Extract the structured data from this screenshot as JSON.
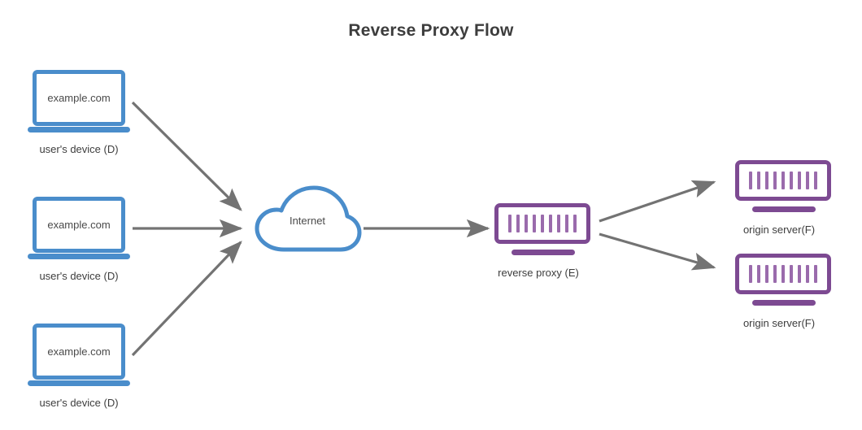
{
  "diagram": {
    "title": "Reverse Proxy Flow",
    "type": "network-flow-diagram",
    "colors": {
      "client_blue": "#4a8dcb",
      "server_purple": "#7d4a92",
      "server_bar_purple": "#9a6bac",
      "arrow_gray": "#737373",
      "title_text": "#3d3d3d",
      "label_text": "#3d3d3d",
      "background": "#ffffff"
    }
  },
  "clients": [
    {
      "url": "example.com",
      "label": "user's device (D)"
    },
    {
      "url": "example.com",
      "label": "user's device (D)"
    },
    {
      "url": "example.com",
      "label": "user's device (D)"
    }
  ],
  "cloud": {
    "label": "Internet"
  },
  "proxy": {
    "label": "reverse proxy (E)",
    "bar_count": 9
  },
  "origins": [
    {
      "label": "origin server(F)",
      "bar_count": 9
    },
    {
      "label": "origin server(F)",
      "bar_count": 9
    }
  ],
  "connections": [
    {
      "from": "user's device (D) top",
      "to": "Internet",
      "direction": "right-down"
    },
    {
      "from": "user's device (D) middle",
      "to": "Internet",
      "direction": "right"
    },
    {
      "from": "user's device (D) bottom",
      "to": "Internet",
      "direction": "right-up"
    },
    {
      "from": "Internet",
      "to": "reverse proxy (E)",
      "direction": "right"
    },
    {
      "from": "reverse proxy (E)",
      "to": "origin server(F) top",
      "direction": "right-up"
    },
    {
      "from": "reverse proxy (E)",
      "to": "origin server(F) bottom",
      "direction": "right-down"
    }
  ]
}
